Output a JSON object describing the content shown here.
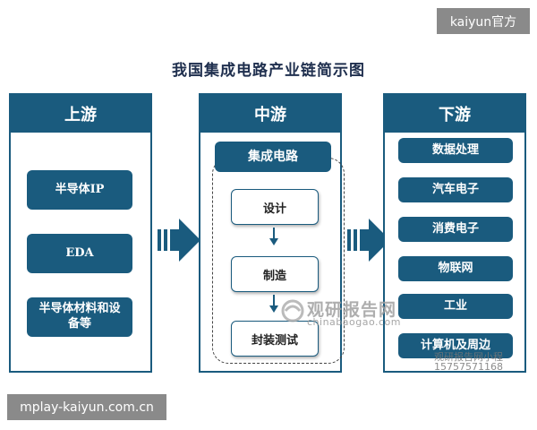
{
  "watermarks": {
    "top_right": "kaiyun官方",
    "bottom_left": "mplay-kaiyun.com.cn"
  },
  "title": "我国集成电路产业链简示图",
  "upstream": {
    "header": "上游",
    "items": [
      "半导体IP",
      "EDA",
      "半导体材料和设备等"
    ]
  },
  "midstream": {
    "header": "中游",
    "main": "集成电路",
    "steps": [
      "设计",
      "制造",
      "封装测试"
    ]
  },
  "downstream": {
    "header": "下游",
    "items": [
      "数据处理",
      "汽车电子",
      "消费电子",
      "物联网",
      "工业",
      "计算机及周边"
    ]
  },
  "logo": {
    "name": "观研报告网",
    "url": "chinabaogao.com"
  },
  "corner_watermark": {
    "line1": "观研报告网小程",
    "line2": "15757571168"
  },
  "colors": {
    "primary": "#1a5b7e",
    "title": "#1f2f4e",
    "watermark_bg": "#8a8a8a"
  }
}
